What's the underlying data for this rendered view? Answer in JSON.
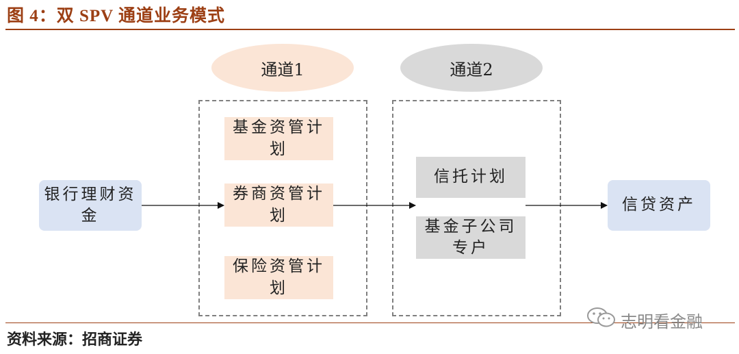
{
  "title": "图 4：双 SPV 通道业务模式",
  "source": "资料来源：招商证券",
  "watermark": "志明看金融",
  "colors": {
    "title": "#9c3f14",
    "channel1_ellipse": "#fbe5d6",
    "channel2_ellipse": "#d9d9d9",
    "peach_box": "#fbe5d6",
    "grey_box": "#d9d9d9",
    "blue_box": "#dae3f3"
  },
  "diagram": {
    "source_node": "银行理财资金",
    "channel1": {
      "label": "通道1",
      "items": [
        "基金资管计划",
        "券商资管计划",
        "保险资管计划"
      ]
    },
    "channel2": {
      "label": "通道2",
      "items": [
        "信托计划",
        "基金子公司专户"
      ]
    },
    "target_node": "信贷资产"
  }
}
